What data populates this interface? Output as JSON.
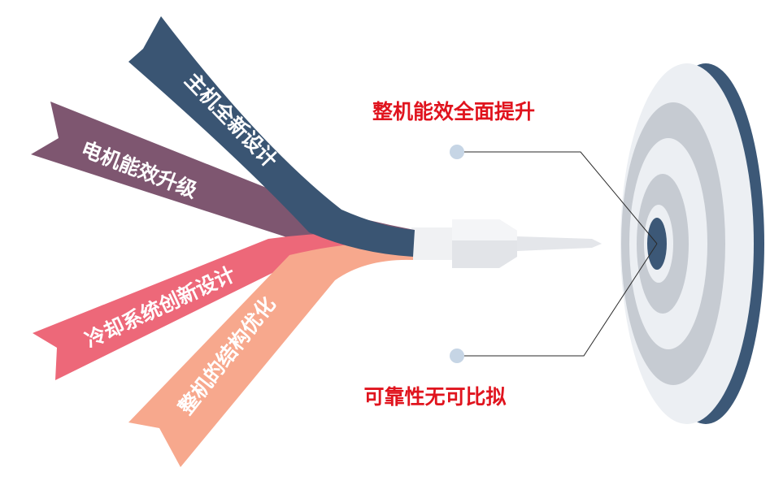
{
  "ribbons": [
    {
      "label": "主机全新设计",
      "color": "#3a5573"
    },
    {
      "label": "电机能效升级",
      "color": "#7e5670"
    },
    {
      "label": "冷却系统创新设计",
      "color": "#ed6879"
    },
    {
      "label": "整机的结构优化",
      "color": "#f7a88d"
    }
  ],
  "callouts": {
    "top": "整机能效全面提升",
    "bottom": "可靠性无可比拟"
  },
  "colors": {
    "callout_text": "#e0141e",
    "target_outer": "#3c5877",
    "target_face": "#eceff3",
    "target_ring": "#c6cbd2",
    "bullseye": "#3c5877",
    "dot": "#c6d5e5"
  }
}
